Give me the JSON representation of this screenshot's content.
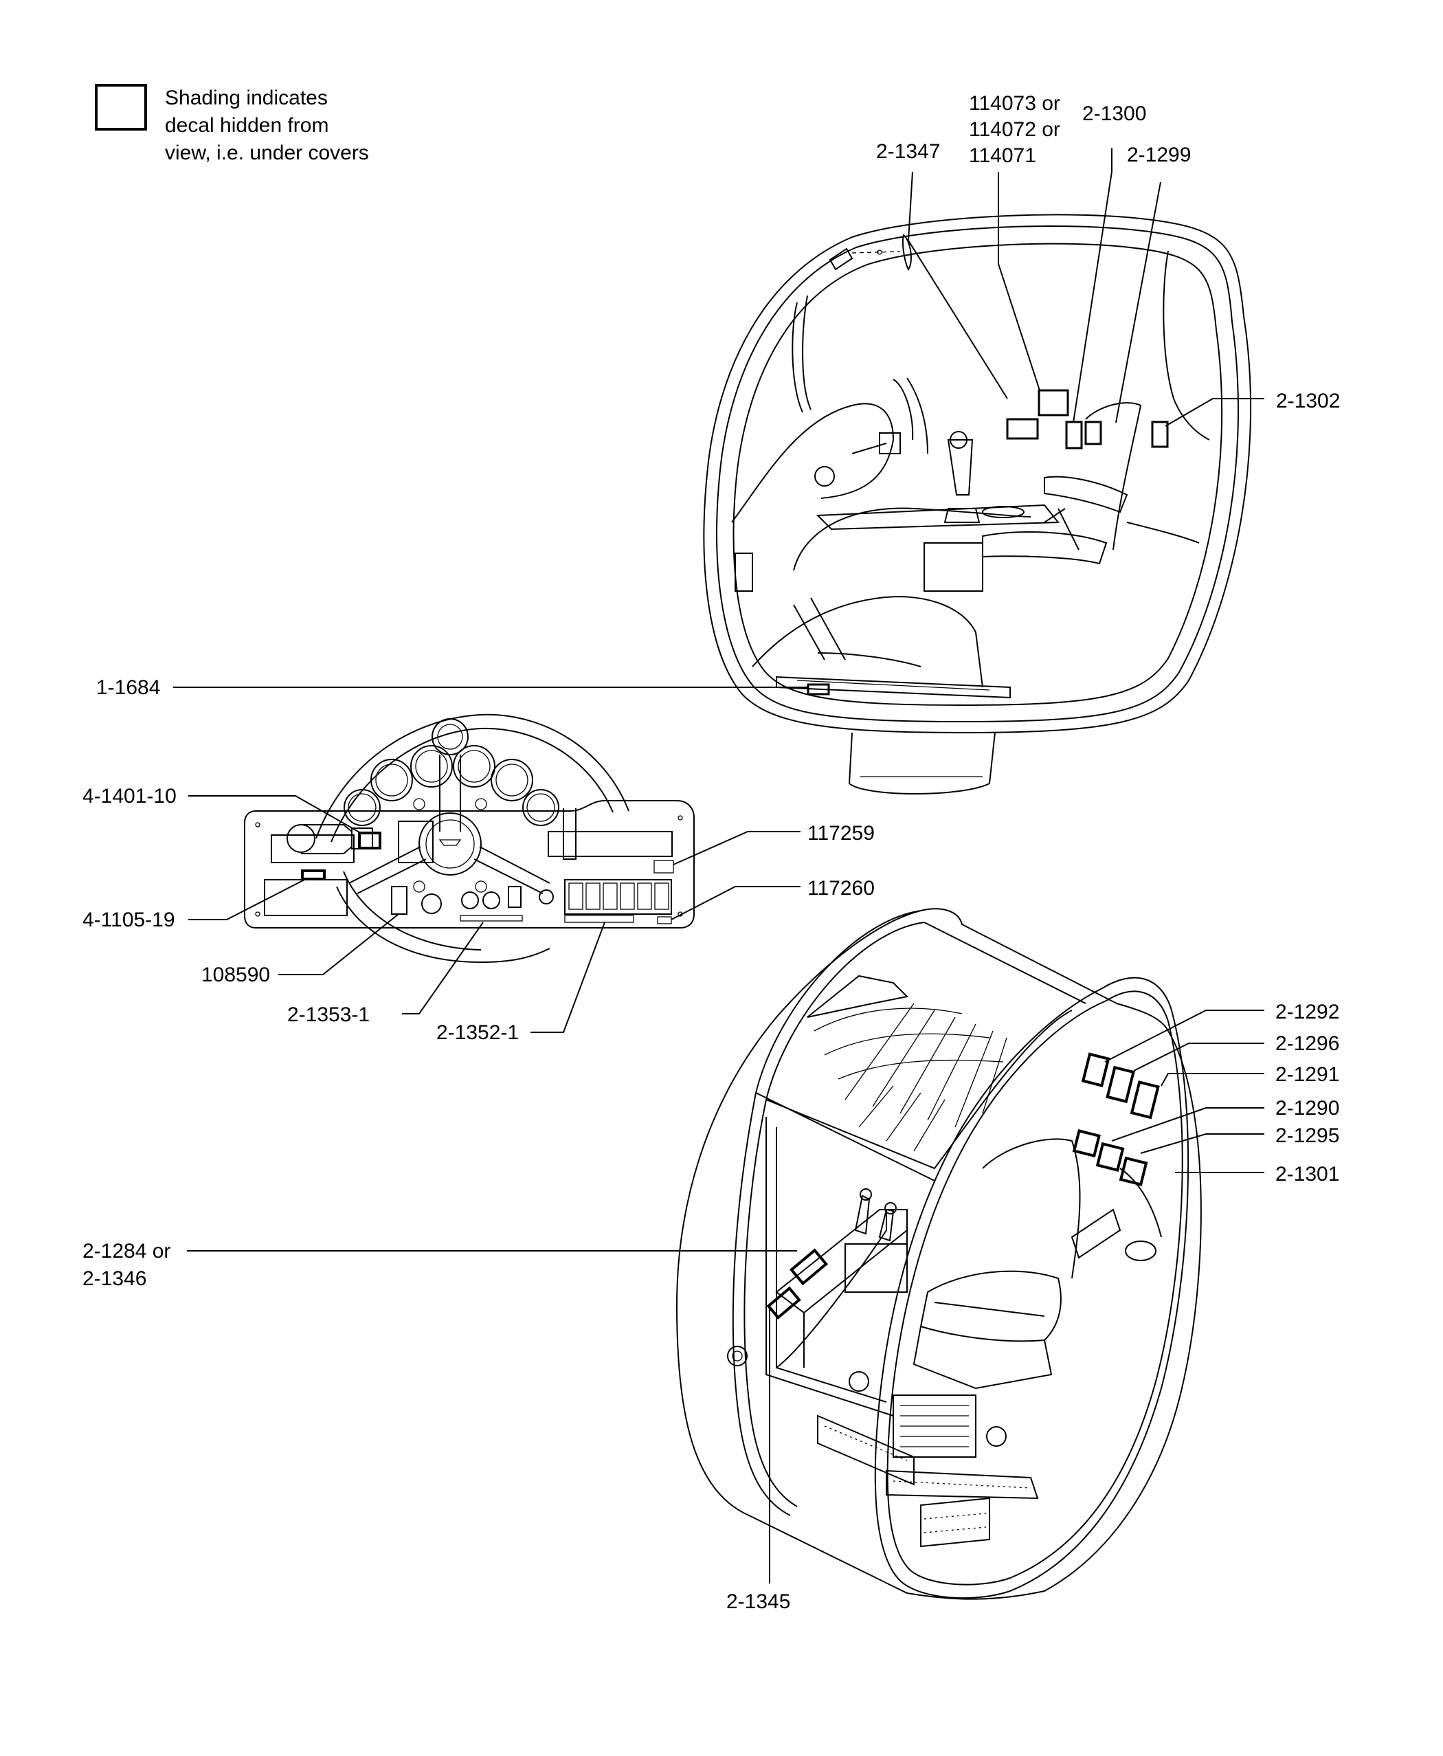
{
  "legend": {
    "lines": [
      "Shading indicates",
      "decal hidden from",
      "view, i.e. under covers"
    ]
  },
  "labels": {
    "cab_top": {
      "p114073": [
        "114073 or",
        "114072 or",
        "114071"
      ],
      "p2_1347": "2-1347",
      "p2_1300": "2-1300",
      "p2_1299": "2-1299",
      "p2_1302": "2-1302",
      "p1_1684": "1-1684"
    },
    "dash": {
      "p4_1401_10": "4-1401-10",
      "p117259": "117259",
      "p117260": "117260",
      "p4_1105_19": "4-1105-19",
      "p108590": "108590",
      "p2_1353_1": "2-1353-1",
      "p2_1352_1": "2-1352-1"
    },
    "cab_bottom": {
      "p2_1292": "2-1292",
      "p2_1296": "2-1296",
      "p2_1291": "2-1291",
      "p2_1290": "2-1290",
      "p2_1295": "2-1295",
      "p2_1301": "2-1301",
      "p2_1284": [
        "2-1284 or",
        "2-1346"
      ],
      "p2_1345": "2-1345"
    }
  }
}
